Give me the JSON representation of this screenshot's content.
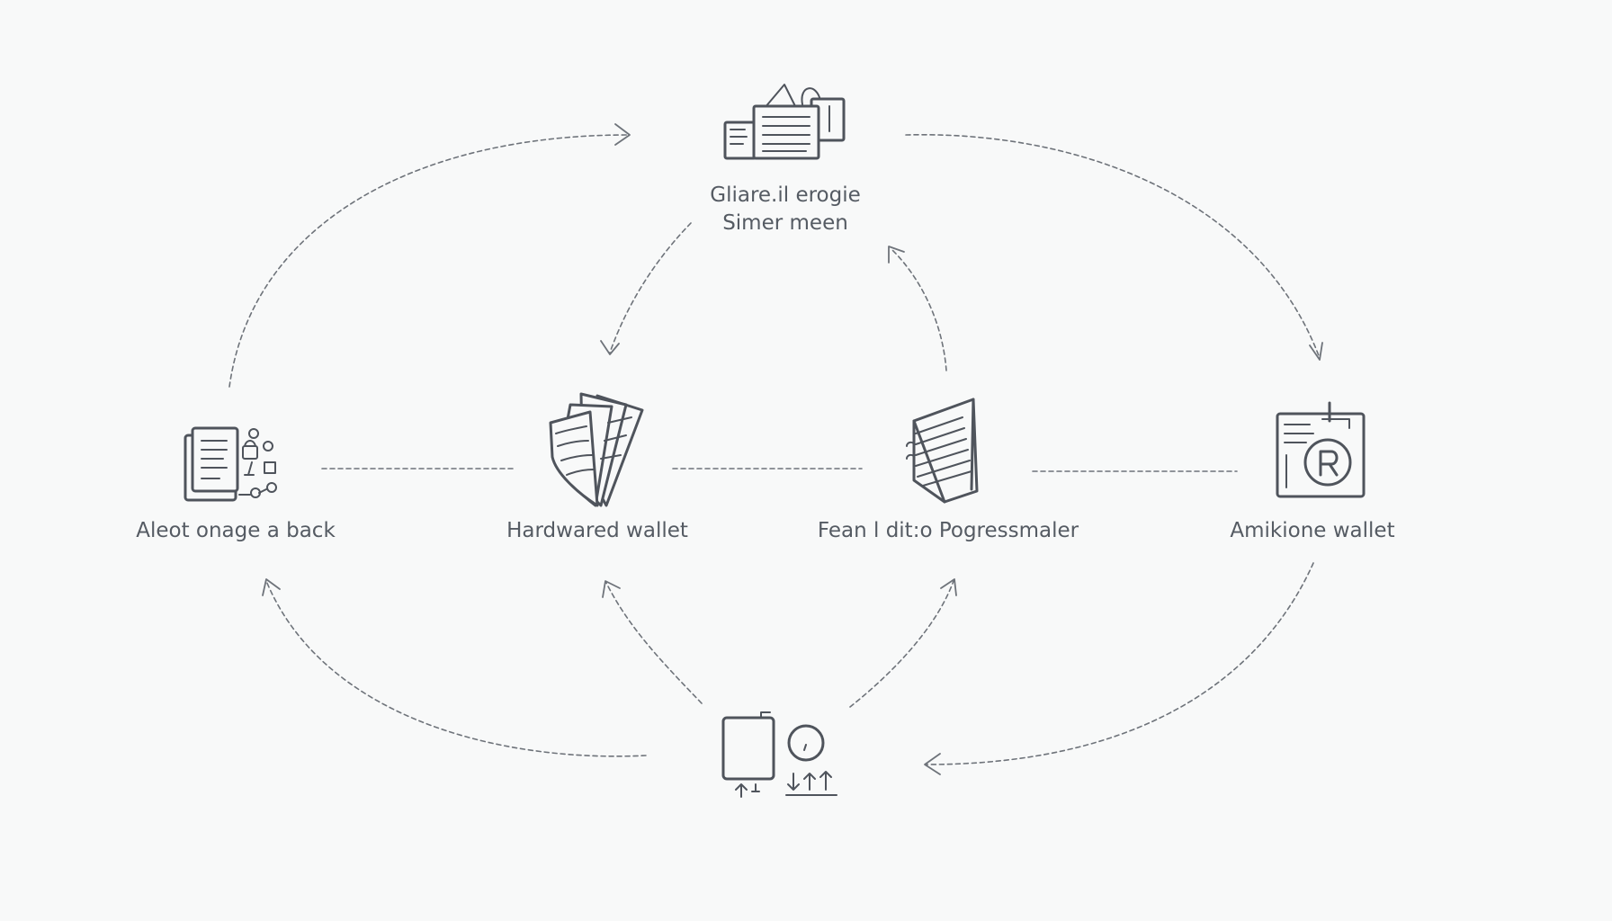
{
  "diagram": {
    "nodes": [
      {
        "id": "top",
        "label_lines": [
          "Gliare.il erogie",
          "Simer meen"
        ],
        "icon": "documents-stack-icon"
      },
      {
        "id": "left",
        "label_lines": [
          "Aleot onage a back"
        ],
        "icon": "document-keys-icon"
      },
      {
        "id": "hardware",
        "label_lines": [
          "Hardwared wallet"
        ],
        "icon": "paper-fan-icon"
      },
      {
        "id": "center-right",
        "label_lines": [
          "Fean l dit:o Pogressmaler"
        ],
        "icon": "open-book-icon"
      },
      {
        "id": "right",
        "label_lines": [
          "Amikione wallet"
        ],
        "icon": "locked-device-icon"
      },
      {
        "id": "bottom",
        "label_lines": [],
        "icon": "device-transfer-icon"
      }
    ],
    "edges": [
      {
        "from": "left",
        "to": "top",
        "style": "dashed"
      },
      {
        "from": "top",
        "to": "right",
        "style": "dashed"
      },
      {
        "from": "top",
        "to": "hardware",
        "style": "dashed"
      },
      {
        "from": "center-right",
        "to": "top",
        "style": "dashed"
      },
      {
        "from": "left",
        "to": "hardware",
        "style": "dashed"
      },
      {
        "from": "hardware",
        "to": "center-right",
        "style": "dashed"
      },
      {
        "from": "center-right",
        "to": "right",
        "style": "dashed"
      },
      {
        "from": "bottom",
        "to": "left",
        "style": "dashed"
      },
      {
        "from": "bottom",
        "to": "hardware",
        "style": "dashed"
      },
      {
        "from": "bottom",
        "to": "center-right",
        "style": "dashed"
      },
      {
        "from": "right",
        "to": "bottom",
        "style": "dashed"
      }
    ]
  },
  "colors": {
    "background": "#f8f9f9",
    "ink": "#4f545c",
    "connector": "#6e737a",
    "label": "#555b63"
  }
}
